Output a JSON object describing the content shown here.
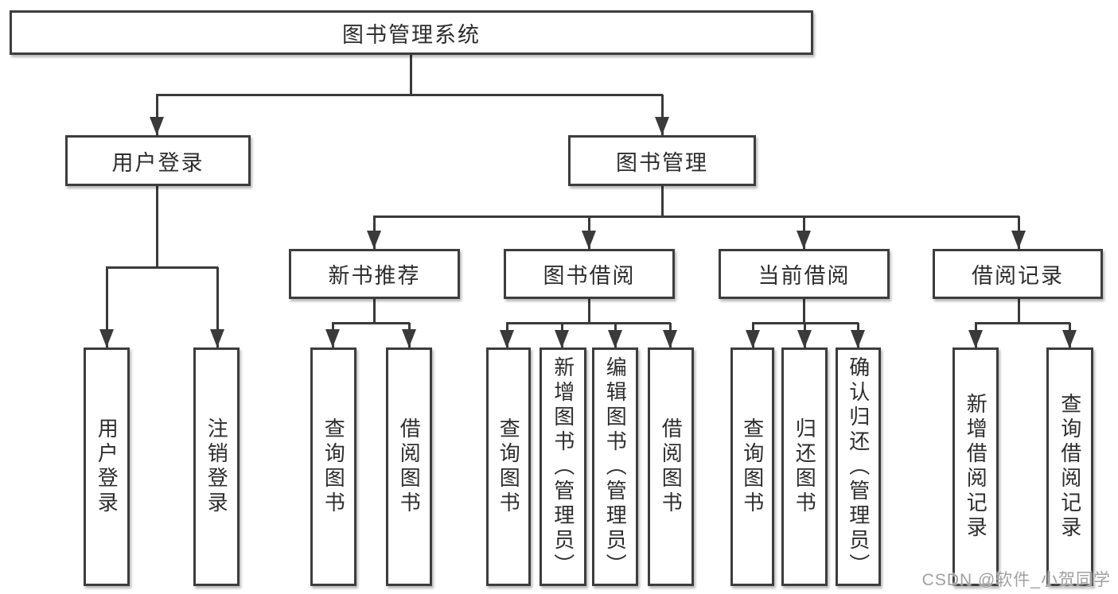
{
  "diagram": {
    "root": {
      "label": "图书管理系统"
    },
    "level2": [
      {
        "label": "用户登录"
      },
      {
        "label": "图书管理"
      }
    ],
    "level3": [
      {
        "label": "新书推荐"
      },
      {
        "label": "图书借阅"
      },
      {
        "label": "当前借阅"
      },
      {
        "label": "借阅记录"
      }
    ],
    "leaves": [
      {
        "label": "用户登录"
      },
      {
        "label": "注销登录"
      },
      {
        "label": "查询图书"
      },
      {
        "label": "借阅图书"
      },
      {
        "label": "查询图书"
      },
      {
        "label": "新增图书（管理员）"
      },
      {
        "label": "编辑图书（管理员）"
      },
      {
        "label": "借阅图书"
      },
      {
        "label": "查询图书"
      },
      {
        "label": "归还图书"
      },
      {
        "label": "确认归还（管理员）"
      },
      {
        "label": "新增借阅记录"
      },
      {
        "label": "查询借阅记录"
      }
    ]
  },
  "watermark": {
    "text": "CSDN @软件_小贺同学"
  },
  "colors": {
    "line": "#3a3a3a",
    "border": "#3d3d3d",
    "text": "#2d2d2d",
    "watermark": "#a0a0a0",
    "background": "#ffffff"
  }
}
